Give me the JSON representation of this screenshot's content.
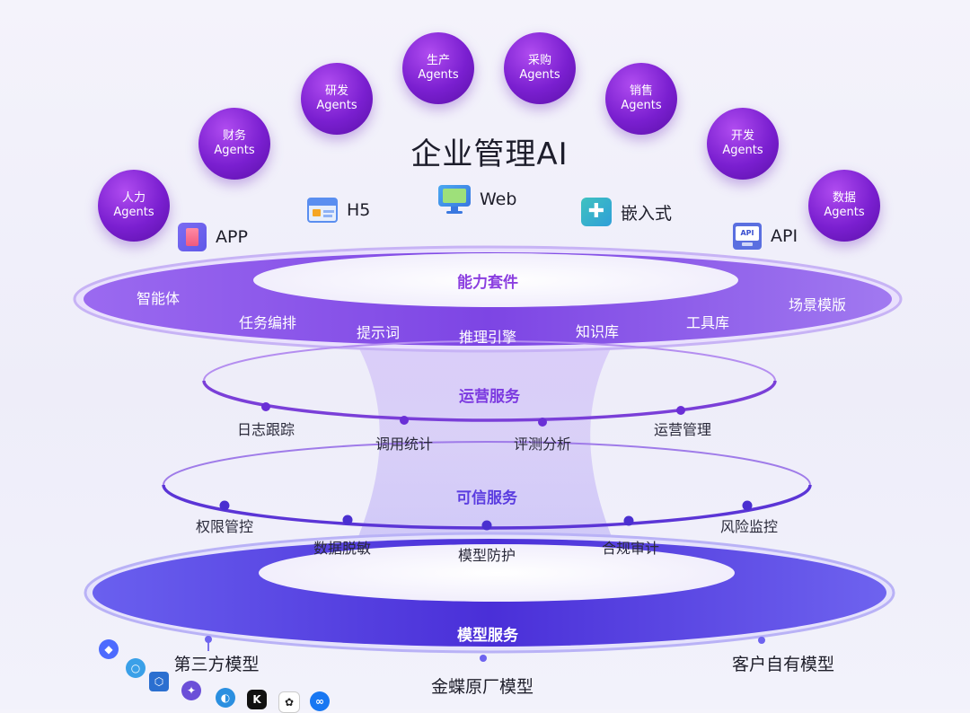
{
  "title": "企业管理AI",
  "agents": [
    {
      "line1": "人力",
      "line2": "Agents"
    },
    {
      "line1": "财务",
      "line2": "Agents"
    },
    {
      "line1": "研发",
      "line2": "Agents"
    },
    {
      "line1": "生产",
      "line2": "Agents"
    },
    {
      "line1": "采购",
      "line2": "Agents"
    },
    {
      "line1": "销售",
      "line2": "Agents"
    },
    {
      "line1": "开发",
      "line2": "Agents"
    },
    {
      "line1": "数据",
      "line2": "Agents"
    }
  ],
  "channels": {
    "app": "APP",
    "h5": "H5",
    "web": "Web",
    "embedded": "嵌入式",
    "api": "API",
    "api_icon_text": "API"
  },
  "capability": {
    "title": "能力套件",
    "items": [
      "智能体",
      "任务编排",
      "提示词",
      "推理引擎",
      "知识库",
      "工具库",
      "场景模版"
    ]
  },
  "operations": {
    "title": "运营服务",
    "items": [
      "日志跟踪",
      "调用统计",
      "评测分析",
      "运营管理"
    ]
  },
  "trust": {
    "title": "可信服务",
    "items": [
      "权限管控",
      "数据脱敏",
      "模型防护",
      "合规审计",
      "风险监控"
    ]
  },
  "model": {
    "title": "模型服务",
    "items": [
      "第三方模型",
      "金蝶原厂模型",
      "客户自有模型"
    ],
    "logo_k": "K"
  },
  "colors": {
    "agent_purple": "#7a1fd0",
    "ring_purple": "#8a4fe6",
    "ring_blue": "#5b3de0",
    "title_purple": "#8b3fe0",
    "dot": "#6a2fd6"
  }
}
